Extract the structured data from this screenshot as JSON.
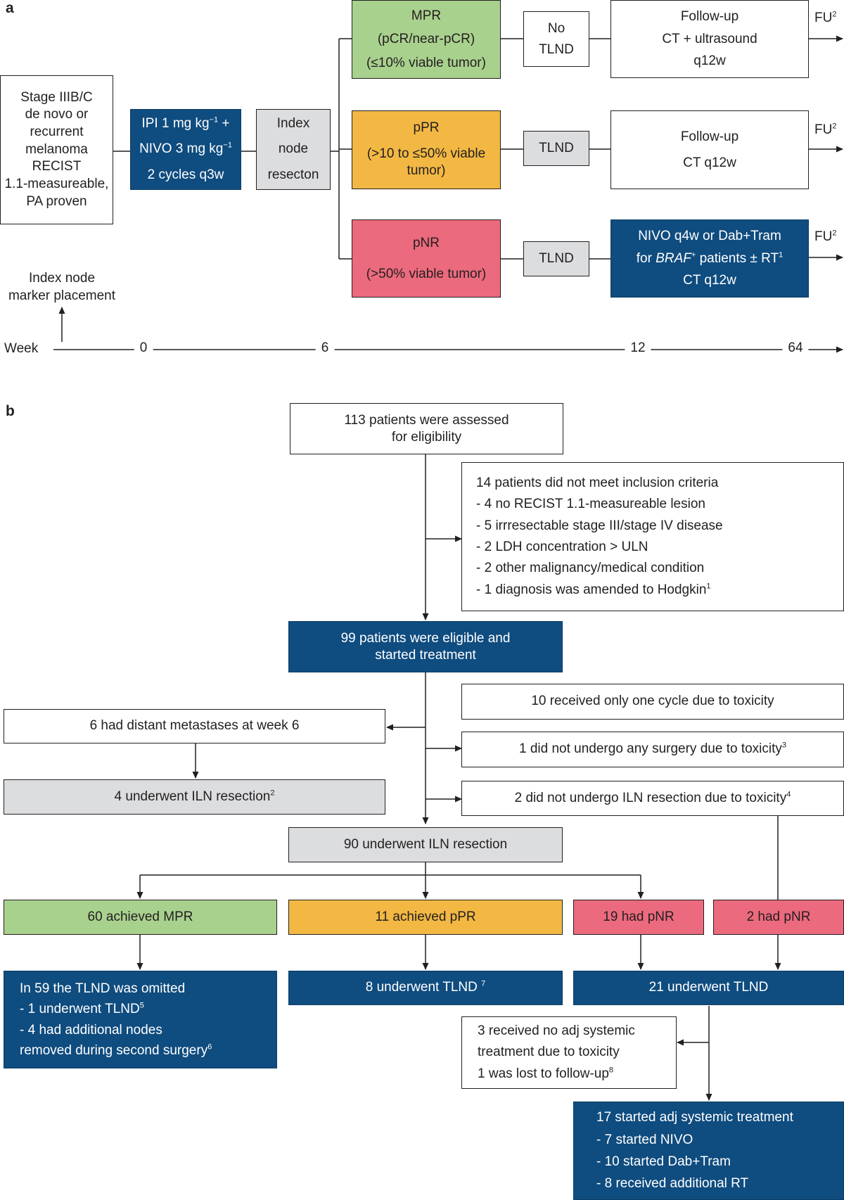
{
  "panel_a": {
    "label": "a",
    "stage": [
      "Stage IIIB/C",
      "de novo or",
      "recurrent",
      "melanoma",
      "RECIST",
      "1.1-measureable,",
      "PA proven"
    ],
    "treatment": {
      "l1a": "IPI 1 mg kg",
      "l1sup": "−1",
      "l1b": " +",
      "l2a": "NIVO 3 mg kg",
      "l2sup": "−1",
      "l3": "2 cycles  q3w"
    },
    "index_resection": [
      "Index",
      "node",
      "resecton"
    ],
    "mpr": [
      "MPR",
      "(pCR/near-pCR)",
      "(≤10% viable tumor)"
    ],
    "ppr": [
      "pPR",
      "(>10 to ≤50% viable tumor)"
    ],
    "pnr": [
      "pNR",
      "(>50% viable tumor)"
    ],
    "no_tlnd": [
      "No",
      "TLND"
    ],
    "tlnd": "TLND",
    "followup_mpr": [
      "Follow-up",
      "CT + ultrasound",
      "q12w"
    ],
    "followup_ppr": [
      "Follow-up",
      "CT q12w"
    ],
    "pnr_treatment": {
      "l1": "NIVO q4w or Dab+Tram",
      "l2a": "for ",
      "l2i": "BRAF",
      "l2isup": "+",
      "l2b": " patients ± RT",
      "l2sup": "1",
      "l3": "CT q12w"
    },
    "fu": {
      "text": "FU",
      "sup": "2"
    },
    "marker": [
      "Index node",
      "marker placement"
    ],
    "timeline": {
      "label": "Week",
      "ticks": [
        "0",
        "6",
        "12",
        "64"
      ]
    }
  },
  "panel_b": {
    "label": "b",
    "assessed": [
      "113 patients were assessed",
      "for eligibility"
    ],
    "excluded": {
      "title": "14 patients did not meet inclusion criteria",
      "items": [
        "-   4 no RECIST 1.1-measureable lesion",
        "-   5 irrresectable stage III/stage IV disease",
        "-   2 LDH concentration > ULN",
        "-   2 other malignancy/medical condition",
        "-   1 diagnosis was amended to Hodgkin"
      ],
      "last_sup": "1"
    },
    "eligible": [
      "99 patients were eligible and",
      "started treatment"
    ],
    "one_cycle": "10 received only one cycle due to toxicity",
    "distant": "6 had distant metastases at week 6",
    "no_surgery": {
      "text": "1 did not undergo any surgery due to toxicity",
      "sup": "3"
    },
    "iln_resection_4": {
      "text": "4 underwent ILN resection",
      "sup": "2"
    },
    "no_iln": {
      "text": "2 did not undergo ILN resection due to toxicity",
      "sup": "4"
    },
    "iln_90": "90 underwent ILN resection",
    "mpr60": "60 achieved MPR",
    "ppr11": "11 achieved pPR",
    "pnr19": "19 had pNR",
    "pnr2": "2 had pNR",
    "omitted": {
      "l1": "In 59 the TLND was omitted",
      "l2": "- 1 underwent TLND",
      "l2sup": "5",
      "l3": "- 4 had additional nodes",
      "l4": "removed during second surgery",
      "l4sup": "6"
    },
    "tlnd8": {
      "text": "8 underwent TLND ",
      "sup": "7"
    },
    "tlnd21": "21 underwent TLND",
    "no_adj": {
      "l1": "3 received no adj systemic",
      "l2": "treatment due to toxicity",
      "l3": "1 was lost to follow-up",
      "l3sup": "8"
    },
    "adj17": {
      "title": "17 started adj systemic treatment",
      "items": [
        "-   7 started NIVO",
        "-   10 started Dab+Tram",
        "-   8 received additional RT"
      ]
    }
  }
}
